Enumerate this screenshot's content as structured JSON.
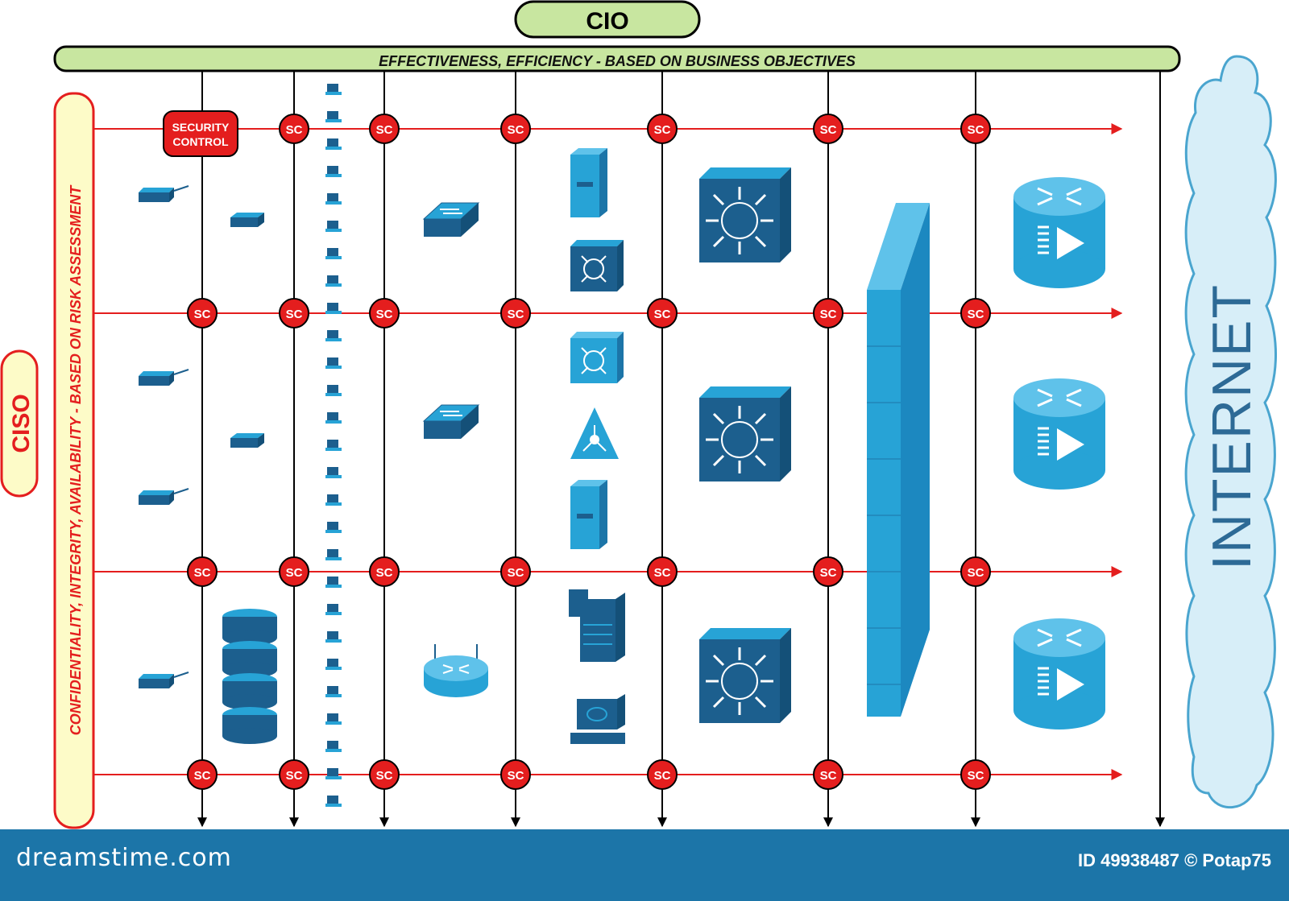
{
  "cio": {
    "label": "CIO"
  },
  "objectives_bar": {
    "text": "EFFECTIVENESS, EFFICIENCY - BASED ON BUSINESS OBJECTIVES"
  },
  "ciso": {
    "label": "CISO"
  },
  "risk_bar": {
    "text": "CONFIDENTIALITY, INTEGRITY, AVAILABILITY - BASED ON RISK ASSESSMENT"
  },
  "security_control": {
    "line1": "SECURITY",
    "line2": "CONTROL"
  },
  "sc_label": "SC",
  "internet": {
    "label": "INTERNET"
  },
  "footer": {
    "brand": "dreamstime.com",
    "stock_id": "ID 49938487 © Potap75"
  },
  "colors": {
    "pill_green": "#c8e6a0",
    "pill_yellow": "#fdfbc8",
    "control_red": "#e41e1e",
    "arrow_red": "#e41e1e",
    "device_dark": "#1c5f8e",
    "device_light": "#27a3d6",
    "cloud_fill": "#d7eef8",
    "cloud_stroke": "#4aa5cf",
    "footer_blue": "#1c75a8"
  },
  "icons": [
    "security-control-icon",
    "hub-icon",
    "switch-icon",
    "laptop-icon",
    "server-icon",
    "layer3-switch-icon",
    "core-switch-icon",
    "firewall-icon",
    "router-icon",
    "database-icon",
    "wireless-router-icon",
    "mainframe-icon",
    "workstation-icon",
    "content-switch-icon",
    "cloud-icon"
  ]
}
